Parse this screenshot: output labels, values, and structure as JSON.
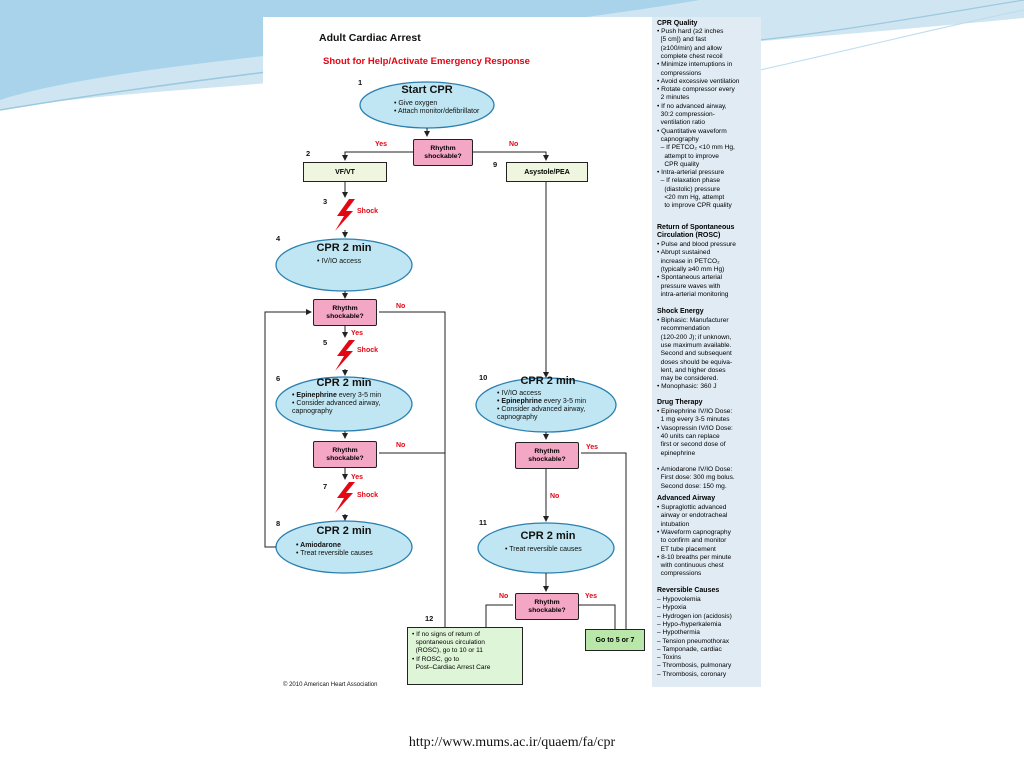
{
  "title": "Adult Cardiac Arrest",
  "subtitle": "Shout for Help/Activate Emergency Response",
  "colors": {
    "oval": "#bfe6f2",
    "oval_border": "#2a7fb0",
    "diamond": "#f4a6c5",
    "box_green": "#dff5d8",
    "accent_red": "#e30613",
    "sidebar": "#e0ebf3"
  },
  "steps": {
    "s1": {
      "num": "1",
      "title": "Start CPR",
      "items": [
        "• Give oxygen",
        "• Attach monitor/defibrillator"
      ]
    },
    "d1": {
      "line1": "Rhythm",
      "line2": "shockable?",
      "yes": "Yes",
      "no": "No"
    },
    "s2": {
      "num": "2",
      "label": "VF/VT"
    },
    "s9": {
      "num": "9",
      "label": "Asystole/PEA"
    },
    "s3": {
      "num": "3",
      "shock": "Shock"
    },
    "s4": {
      "num": "4",
      "title": "CPR 2 min",
      "items": [
        "• IV/IO access"
      ]
    },
    "d2": {
      "line1": "Rhythm",
      "line2": "shockable?",
      "yes": "Yes",
      "no": "No"
    },
    "s5": {
      "num": "5",
      "shock": "Shock"
    },
    "s6": {
      "num": "6",
      "title": "CPR 2 min",
      "items_bold": "• Epinephrine",
      "items_rest": " every 3-5 min",
      "items": [
        "• Consider advanced airway,",
        "  capnography"
      ]
    },
    "d3": {
      "line1": "Rhythm",
      "line2": "shockable?",
      "yes": "Yes",
      "no": "No"
    },
    "s7": {
      "num": "7",
      "shock": "Shock"
    },
    "s8": {
      "num": "8",
      "title": "CPR 2 min",
      "item_bold": "• Amiodarone",
      "items": [
        "• Treat reversible causes"
      ]
    },
    "s10": {
      "num": "10",
      "title": "CPR 2 min",
      "items": [
        "• IV/IO access",
        "• Consider advanced airway,",
        "  capnography"
      ],
      "item_bold": "• Epinephrine",
      "item_rest": " every 3-5 min"
    },
    "d4": {
      "line1": "Rhythm",
      "line2": "shockable?",
      "yes": "Yes",
      "no": "No"
    },
    "s11": {
      "num": "11",
      "title": "CPR 2 min",
      "items": [
        "• Treat reversible causes"
      ]
    },
    "d5": {
      "line1": "Rhythm",
      "line2": "shockable?",
      "yes": "Yes",
      "no": "No"
    },
    "s12": {
      "num": "12",
      "lines": [
        "• If no signs of return of",
        "  spontaneous circulation",
        "  (ROSC), go to 10 or 11",
        "• If ROSC, go to",
        "  Post–Cardiac Arrest Care"
      ]
    },
    "goto": {
      "label": "Go to 5 or 7"
    }
  },
  "copyright": "© 2010 American Heart Association",
  "sidebar": {
    "cpr_quality": {
      "heading": "CPR Quality",
      "lines": [
        "• Push hard (≥2 inches",
        "  [5 cm]) and fast",
        "  (≥100/min) and allow",
        "  complete chest recoil",
        "• Minimize interruptions in",
        "  compressions",
        "• Avoid excessive ventilation",
        "• Rotate compressor every",
        "  2 minutes",
        "• If no advanced airway,",
        "  30:2 compression-",
        "  ventilation ratio",
        "• Quantitative waveform",
        "  capnography",
        "  – If PETCO₂ <10 mm Hg,",
        "    attempt to improve",
        "    CPR quality",
        "• Intra-arterial pressure",
        "  – If relaxation phase",
        "    (diastolic) pressure",
        "    <20 mm Hg, attempt",
        "    to improve CPR quality"
      ]
    },
    "rosc": {
      "heading1": "Return of Spontaneous",
      "heading2": "Circulation (ROSC)",
      "lines": [
        "• Pulse and blood pressure",
        "• Abrupt sustained",
        "  increase in PETCO₂",
        "  (typically ≥40 mm Hg)",
        "• Spontaneous arterial",
        "  pressure waves with",
        "  intra-arterial monitoring"
      ]
    },
    "shock_energy": {
      "heading": "Shock Energy",
      "lines": [
        "• Biphasic: Manufacturer",
        "  recommendation",
        "  (120-200 J); if unknown,",
        "  use maximum available.",
        "  Second and subsequent",
        "  doses should be equiva-",
        "  lent, and higher doses",
        "  may be considered.",
        "• Monophasic: 360 J"
      ]
    },
    "drug_therapy": {
      "heading": "Drug Therapy",
      "lines": [
        "• Epinephrine IV/IO Dose:",
        "  1 mg every 3-5 minutes",
        "• Vasopressin IV/IO Dose:",
        "  40 units can replace",
        "  first or second dose of",
        "  epinephrine",
        "",
        "• Amiodarone IV/IO Dose:",
        "  First dose: 300 mg bolus.",
        "  Second dose: 150 mg."
      ]
    },
    "advanced_airway": {
      "heading": "Advanced Airway",
      "lines": [
        "• Supraglottic advanced",
        "  airway or endotracheal",
        "  intubation",
        "• Waveform capnography",
        "  to confirm and monitor",
        "  ET tube placement",
        "• 8-10 breaths per minute",
        "  with continuous chest",
        "  compressions"
      ]
    },
    "reversible": {
      "heading": "Reversible Causes",
      "lines": [
        "– Hypovolemia",
        "– Hypoxia",
        "– Hydrogen ion (acidosis)",
        "– Hypo-/hyperkalemia",
        "– Hypothermia",
        "– Tension pneumothorax",
        "– Tamponade, cardiac",
        "– Toxins",
        "– Thrombosis, pulmonary",
        "– Thrombosis, coronary"
      ]
    }
  },
  "footer_url": "http://www.mums.ac.ir/quaem/fa/cpr"
}
